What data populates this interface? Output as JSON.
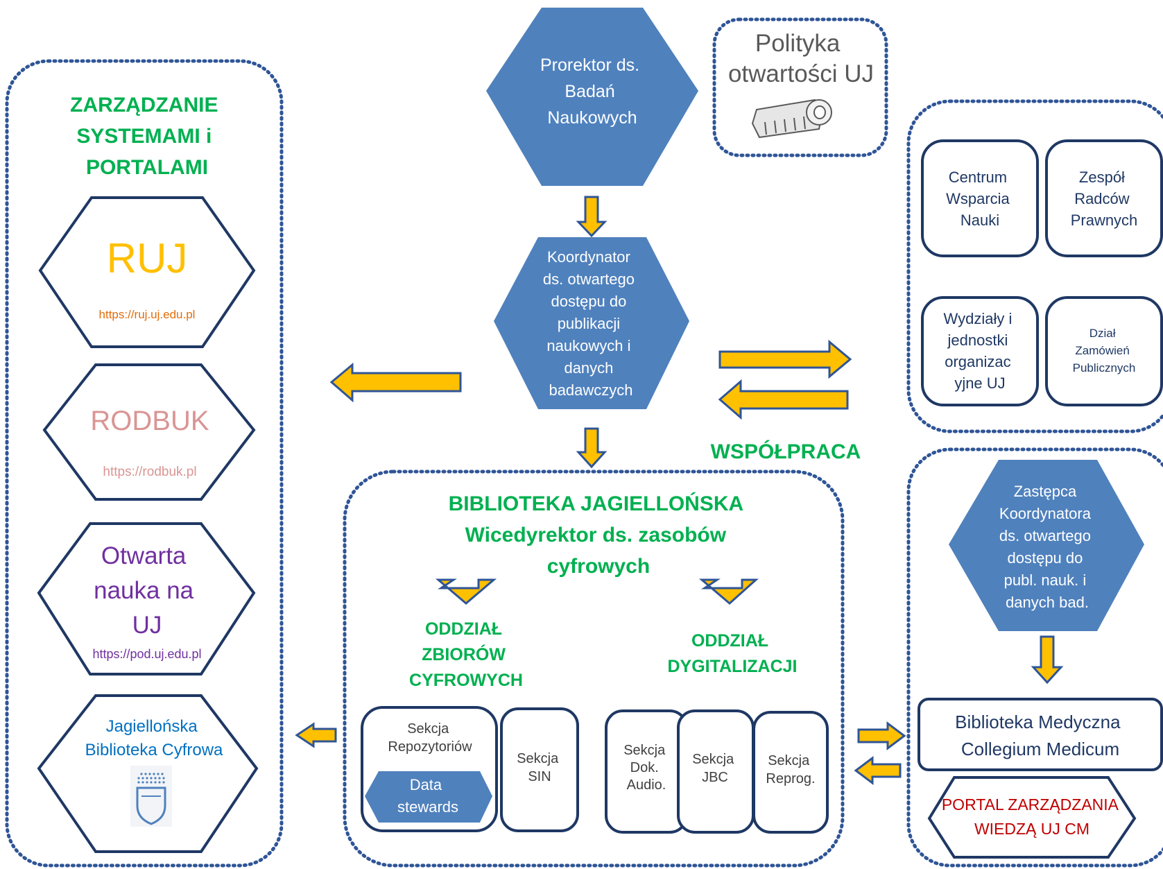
{
  "colors": {
    "hex_fill": "#4f81bd",
    "box_stroke": "#1f3864",
    "arrow_fill": "#ffc000",
    "arrow_stroke": "#2f5597",
    "dotted_border": "#2f5597",
    "green": "#00b050",
    "orange": "#ffc000",
    "orange_url": "#e36c09",
    "pink": "#d99594",
    "purple": "#7030a0",
    "blue_text": "#0070c0",
    "dark_red": "#c00000",
    "navy_text": "#1f3864"
  },
  "top": {
    "prorektor": [
      "Prorektor ds.",
      "Badań",
      "Naukowych"
    ],
    "polityka": [
      "Polityka",
      "otwartości UJ"
    ],
    "koordynator": [
      "Koordynator",
      "ds. otwartego",
      "dostępu do",
      "publikacji",
      "naukowych i",
      "danych",
      "badawczych"
    ]
  },
  "left_panel": {
    "title": [
      "ZARZĄDZANIE",
      "SYSTEMAMI i",
      "PORTALAMI"
    ],
    "ruj": {
      "name": "RUJ",
      "url": "https://ruj.uj.edu.pl"
    },
    "rodbuk": {
      "name": "RODBUK",
      "url": "https://rodbuk.pl"
    },
    "pod": {
      "name": [
        "Otwarta",
        "nauka na",
        "UJ"
      ],
      "url": "https://pod.uj.edu.pl"
    },
    "jbc": {
      "name": [
        "Jagiellońska",
        "Biblioteka Cyfrowa"
      ],
      "logo_icon": "library-shield-icon"
    }
  },
  "right_top": {
    "cwn": [
      "Centrum",
      "Wsparcia",
      "Nauki"
    ],
    "zrp": [
      "Zespół",
      "Radców",
      "Prawnych"
    ],
    "wydzialy": [
      "Wydziały i",
      "jednostki",
      "organizac",
      "yjne UJ"
    ],
    "dzp": [
      "Dział",
      "Zamówień",
      "Publicznych"
    ]
  },
  "wspolpraca": "WSPÓŁPRACA",
  "bj": {
    "title": [
      "BIBLIOTEKA JAGIELLOŃSKA",
      "Wicedyrektor ds. zasobów",
      "cyfrowych"
    ],
    "oddzial_zbiorow": [
      "ODDZIAŁ",
      "ZBIORÓW",
      "CYFROWYCH"
    ],
    "oddzial_dygit": [
      "ODDZIAŁ",
      "DYGITALIZACJI"
    ],
    "sekcja_repo": [
      "Sekcja",
      "Repozytoriów"
    ],
    "data_stewards": [
      "Data",
      "stewards"
    ],
    "sekcja_sin": [
      "Sekcja",
      "SIN"
    ],
    "sekcja_audio": [
      "Sekcja",
      "Dok.",
      "Audio."
    ],
    "sekcja_jbc": [
      "Sekcja",
      "JBC"
    ],
    "sekcja_reprog": [
      "Sekcja",
      "Reprog."
    ]
  },
  "cm": {
    "zastepca": [
      "Zastępca",
      "Koordynatora",
      "ds. otwartego",
      "dostępu do",
      "publ. nauk. i",
      "danych bad."
    ],
    "biblioteka": [
      "Biblioteka Medyczna",
      "Collegium Medicum"
    ],
    "portal": [
      "PORTAL ZARZĄDZANIA",
      "WIEDZĄ UJ CM"
    ]
  }
}
